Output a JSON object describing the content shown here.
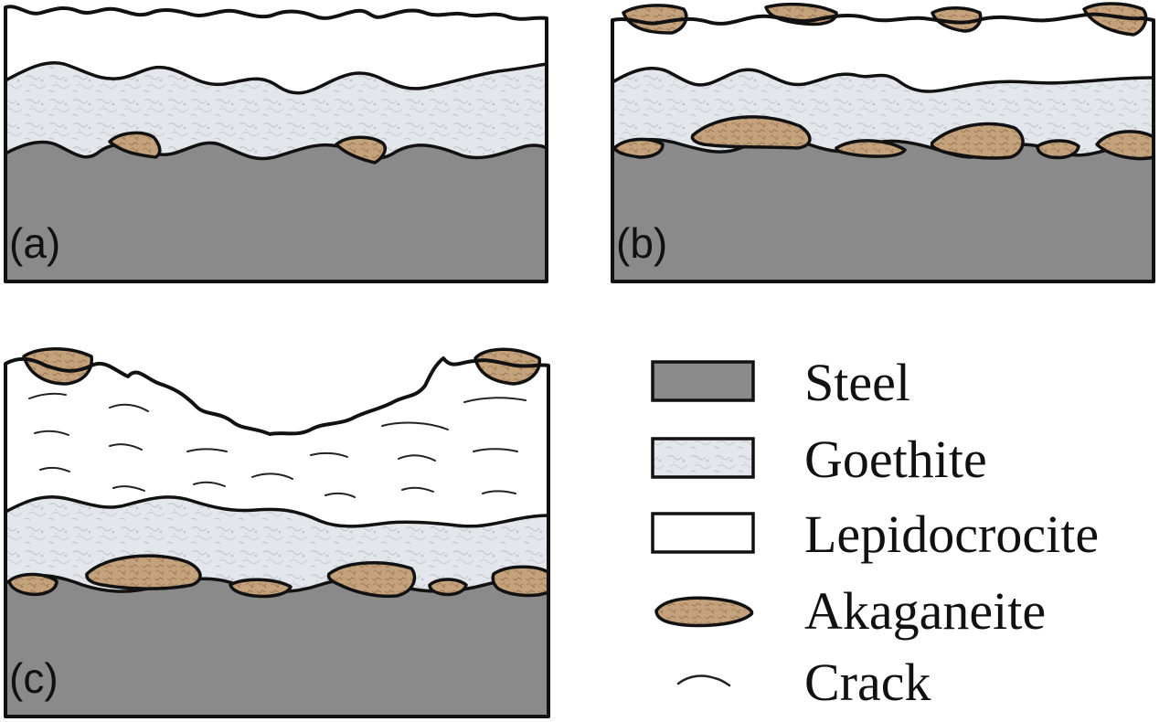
{
  "panels": [
    {
      "id": "a",
      "label": "(a)"
    },
    {
      "id": "b",
      "label": "(b)"
    },
    {
      "id": "c",
      "label": "(c)"
    }
  ],
  "legend": {
    "items": [
      {
        "key": "steel",
        "label": "Steel",
        "color": "#8a8a8a"
      },
      {
        "key": "goethite",
        "label": "Goethite",
        "color": "#dfe3e8"
      },
      {
        "key": "lepidocrocite",
        "label": "Lepidocrocite",
        "color": "#ffffff"
      },
      {
        "key": "akaganeite",
        "label": "Akaganeite",
        "color": "#c4a27c"
      },
      {
        "key": "crack",
        "label": "Crack",
        "color": "#222222"
      }
    ]
  }
}
